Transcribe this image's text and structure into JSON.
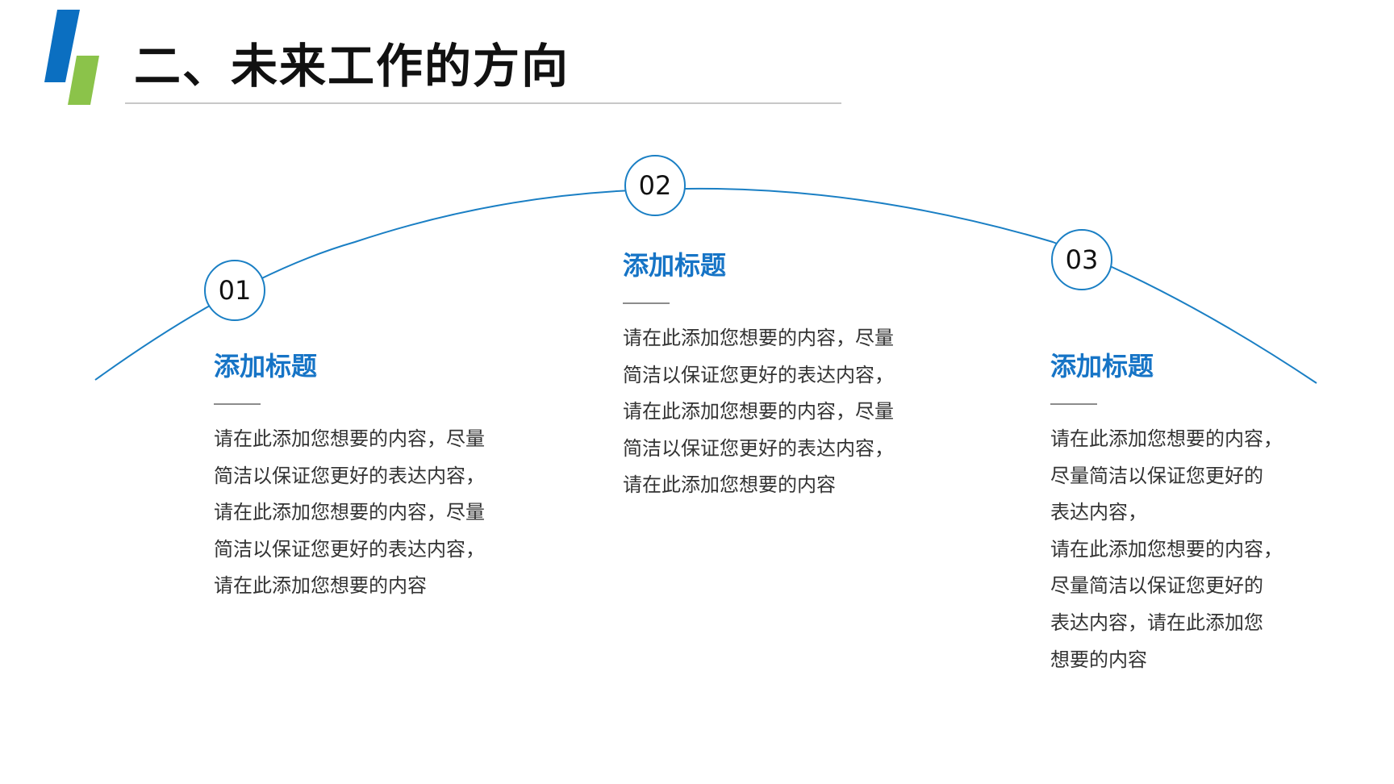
{
  "header": {
    "title": "二、未来工作的方向",
    "accent_colors": {
      "logo_blue": "#0b6fc1",
      "logo_green": "#8bc34a",
      "arc": "#1a7fc4"
    }
  },
  "steps": [
    {
      "number": "01",
      "heading": "添加标题",
      "body_lines": [
        "请在此添加您想要的内容，尽量",
        "简洁以保证您更好的表达内容，",
        "请在此添加您想要的内容，尽量",
        "简洁以保证您更好的表达内容，",
        "请在此添加您想要的内容"
      ]
    },
    {
      "number": "02",
      "heading": "添加标题",
      "body_lines": [
        "请在此添加您想要的内容，尽量",
        "简洁以保证您更好的表达内容，",
        "请在此添加您想要的内容，尽量",
        "简洁以保证您更好的表达内容，",
        "请在此添加您想要的内容"
      ]
    },
    {
      "number": "03",
      "heading": "添加标题",
      "body_lines": [
        "请在此添加您想要的内容，",
        "尽量简洁以保证您更好的",
        "表达内容，",
        "请在此添加您想要的内容，",
        "尽量简洁以保证您更好的",
        "表达内容，请在此添加您",
        "想要的内容"
      ]
    }
  ]
}
